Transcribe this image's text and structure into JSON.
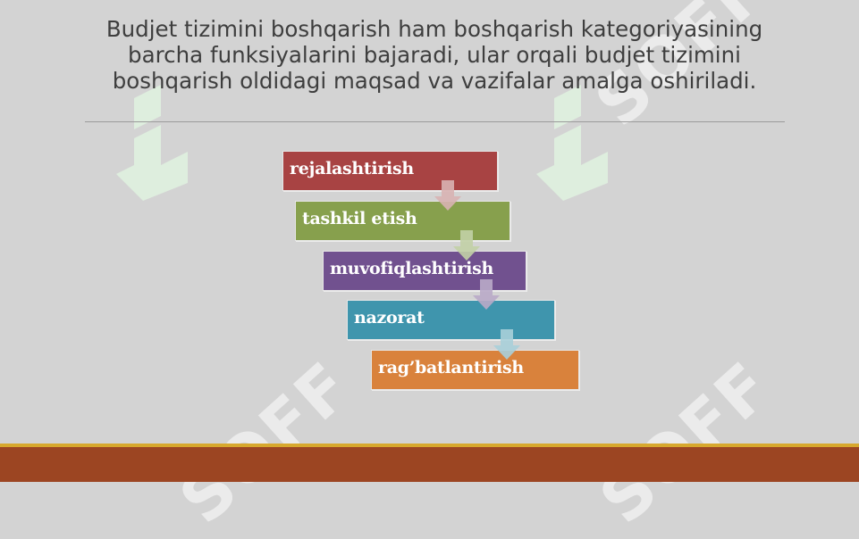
{
  "title": "Budjet tizimini boshqarish ham boshqarish kategoriyasining barcha funksiyalarini   bajaradi, ular orqali budjet tizimini boshqarish oldidagi maqsad va vazifalar amalga oshiriladi.",
  "steps": [
    {
      "label": "rejalashtirish",
      "color": "#a84343"
    },
    {
      "label": "tashkil etish",
      "color": "#87a04d"
    },
    {
      "label": "muvofiqlashtirish",
      "color": "#71518f"
    },
    {
      "label": "nazorat",
      "color": "#3f95ad"
    },
    {
      "label": "rag’batlantirish",
      "color": "#d9823c"
    }
  ],
  "watermark": {
    "text": "SOFF",
    "color": "#e6f5e6",
    "accent": "#5ec95e"
  },
  "colors": {
    "background": "#d3d3d3",
    "bottom_bar": "#9c4522",
    "bottom_line": "#d7a82d"
  }
}
